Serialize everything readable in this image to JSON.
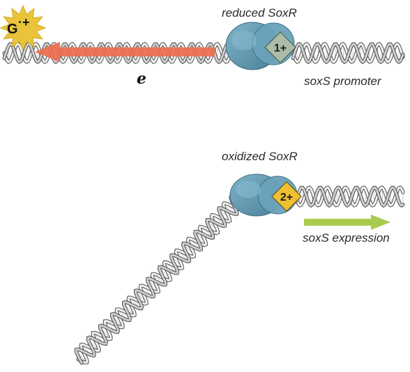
{
  "diagram": {
    "top_panel": {
      "protein_label": "reduced SoxR",
      "cluster_label": "1+",
      "promoter_label": "soxS promoter",
      "radical_label": "G",
      "radical_superscript": "·+",
      "electron_label": "e",
      "colors": {
        "protein": "#5f98b0",
        "cluster": "#a9bda7",
        "electron_arrow": "#ee6e4e",
        "radical_star": "#e9c43a"
      }
    },
    "bottom_panel": {
      "protein_label": "oxidized SoxR",
      "cluster_label": "2+",
      "expression_label": "soxS expression",
      "colors": {
        "protein": "#5f98b0",
        "cluster": "#efc032",
        "expression_arrow": "#a9cc4e"
      }
    },
    "dna_colors": {
      "strand_light": "#f2f2f2",
      "strand_mid": "#cfcfcf",
      "strand_dark": "#8c8c8c",
      "outline": "#4d4d4d"
    }
  }
}
